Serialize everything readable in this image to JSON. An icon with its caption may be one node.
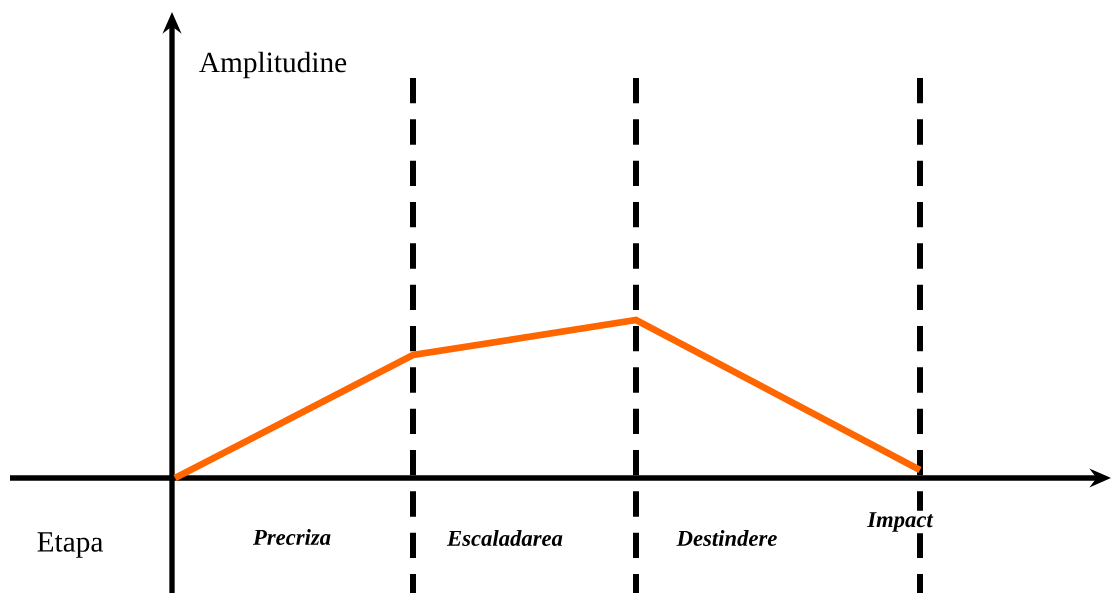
{
  "diagram": {
    "labels": [
      "Amplitudine",
      "Etapa",
      "Precriza",
      "Escaladarea",
      "Destindere",
      "Impact"
    ]
  }
}
